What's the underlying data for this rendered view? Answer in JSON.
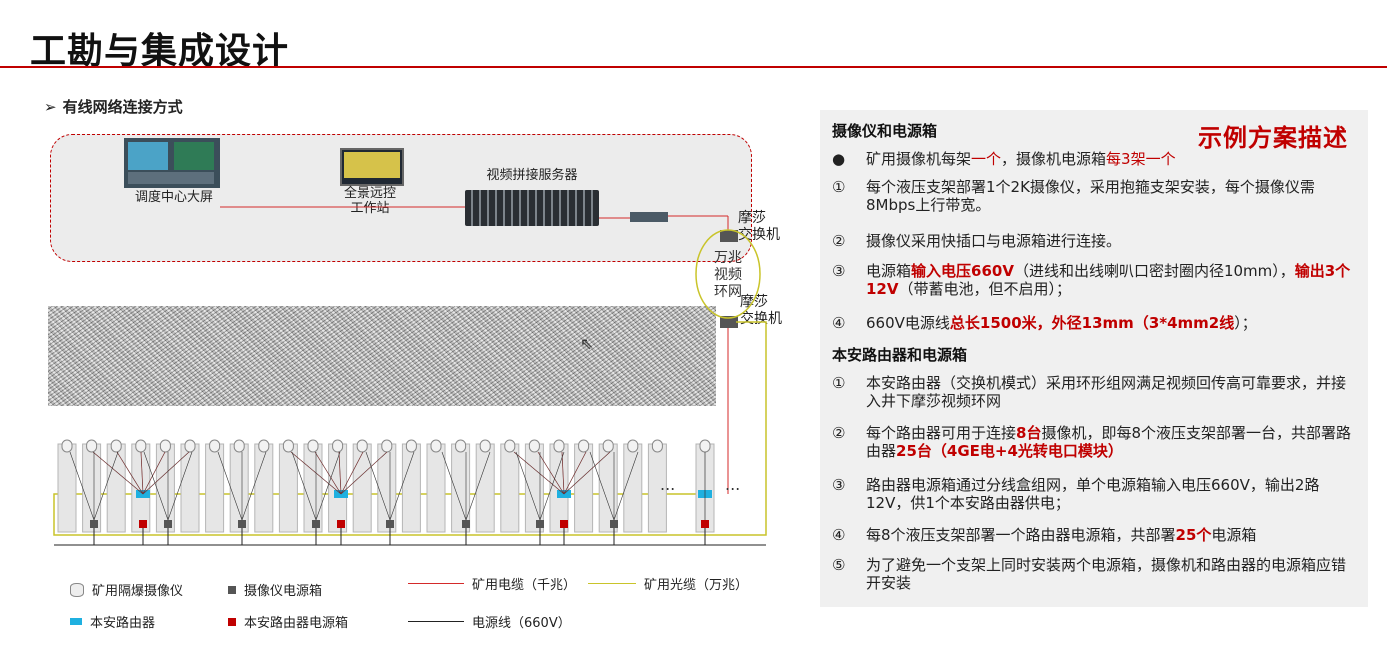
{
  "header": {
    "title": "工勘与集成设计"
  },
  "section": {
    "arrow": "➢",
    "title": "有线网络连接方式"
  },
  "diagram": {
    "labels": {
      "control_screen": "调度中心大屏",
      "workstation": "全景远控\n工作站",
      "server": "视频拼接服务器",
      "switch_top": "摩莎\n交换机",
      "switch_bottom": "摩莎\n交换机",
      "ring": "万兆\n视频\n环网",
      "ellipsis_1": "...",
      "ellipsis_2": "..."
    },
    "colors": {
      "cable": "#d42a2a",
      "fiber": "#c9c42a",
      "power": "#222222",
      "router": "#1fb0e0",
      "router_power": "#c00000",
      "camera_power": "#555555"
    }
  },
  "legend": {
    "camera": "矿用隔爆摄像仪",
    "camera_power": "摄像仪电源箱",
    "cable": "矿用电缆（千兆）",
    "fiber": "矿用光缆（万兆）",
    "router": "本安路由器",
    "router_power": "本安路由器电源箱",
    "power_line": "电源线（660V）"
  },
  "panel": {
    "example_title": "示例方案描述",
    "heading1": "摄像仪和电源箱",
    "bullet": {
      "mark": "●",
      "a": "矿用摄像机每架",
      "b": "一个",
      "c": "，摄像机电源箱",
      "d": "每3架一个"
    },
    "item1": {
      "mark": "①",
      "text": "每个液压支架部署1个2K摄像仪，采用抱箍支架安装，每个摄像仪需8Mbps上行带宽。"
    },
    "item2": {
      "mark": "②",
      "text": "摄像仪采用快插口与电源箱进行连接。"
    },
    "item3": {
      "mark": "③",
      "a": "电源箱",
      "b": "输入电压660V",
      "c": "（进线和出线喇叭口密封圈内径10mm），",
      "d": "输出3个12V",
      "e": "（带蓄电池，但不启用）；"
    },
    "item4": {
      "mark": "④",
      "a": "660V电源线",
      "b": "总长1500米，外径13mm",
      "c": "（",
      "d": "3*4mm2线",
      "e": "）；"
    },
    "heading2": "本安路由器和电源箱",
    "r1": {
      "mark": "①",
      "text": "本安路由器（交换机模式）采用环形组网满足视频回传高可靠要求，并接入井下摩莎视频环网"
    },
    "r2": {
      "mark": "②",
      "a": "每个路由器可用于连接",
      "b": "8台",
      "c": "摄像机，即每8个液压支架部署一台，共部署路由器",
      "d": "25台",
      "e": "（4GE电+4光转电口模块）"
    },
    "r3": {
      "mark": "③",
      "text": "路由器电源箱通过分线盒组网，单个电源箱输入电压660V，输出2路12V，供1个本安路由器供电；"
    },
    "r4": {
      "mark": "④",
      "a": "每8个液压支架部署一个路由器电源箱，共部署",
      "b": "25个",
      "c": "电源箱"
    },
    "r5": {
      "mark": "⑤",
      "text": "为了避免一个支架上同时安装两个电源箱，摄像机和路由器的电源箱应错开安装"
    }
  }
}
